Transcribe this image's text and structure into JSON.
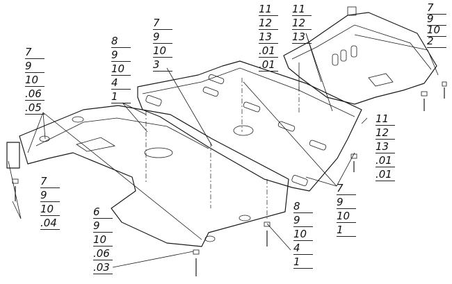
{
  "callouts": [
    {
      "id": "A",
      "lines": [
        "7",
        "9",
        "10",
        ".06",
        ".05"
      ]
    },
    {
      "id": "B",
      "lines": [
        "8",
        "9",
        "10",
        "4",
        "1"
      ]
    },
    {
      "id": "C",
      "lines": [
        "7",
        "9",
        "10",
        "3"
      ]
    },
    {
      "id": "D",
      "lines": [
        "11",
        "12",
        "13",
        ".01",
        ".01"
      ]
    },
    {
      "id": "E",
      "lines": [
        "11",
        "12",
        "13"
      ]
    },
    {
      "id": "F",
      "lines": [
        "7",
        "9",
        "10",
        "2"
      ]
    },
    {
      "id": "G",
      "lines": [
        "11",
        "12",
        "13",
        ".01",
        ".01"
      ]
    },
    {
      "id": "H",
      "lines": [
        "7",
        "9",
        "10",
        ".04"
      ]
    },
    {
      "id": "I",
      "lines": [
        "6",
        "9",
        "10",
        ".06",
        ".03"
      ]
    },
    {
      "id": "J",
      "lines": [
        "8",
        "9",
        "10",
        "4",
        "1"
      ]
    },
    {
      "id": "K",
      "lines": [
        "7",
        "9",
        "10",
        "1"
      ]
    }
  ]
}
